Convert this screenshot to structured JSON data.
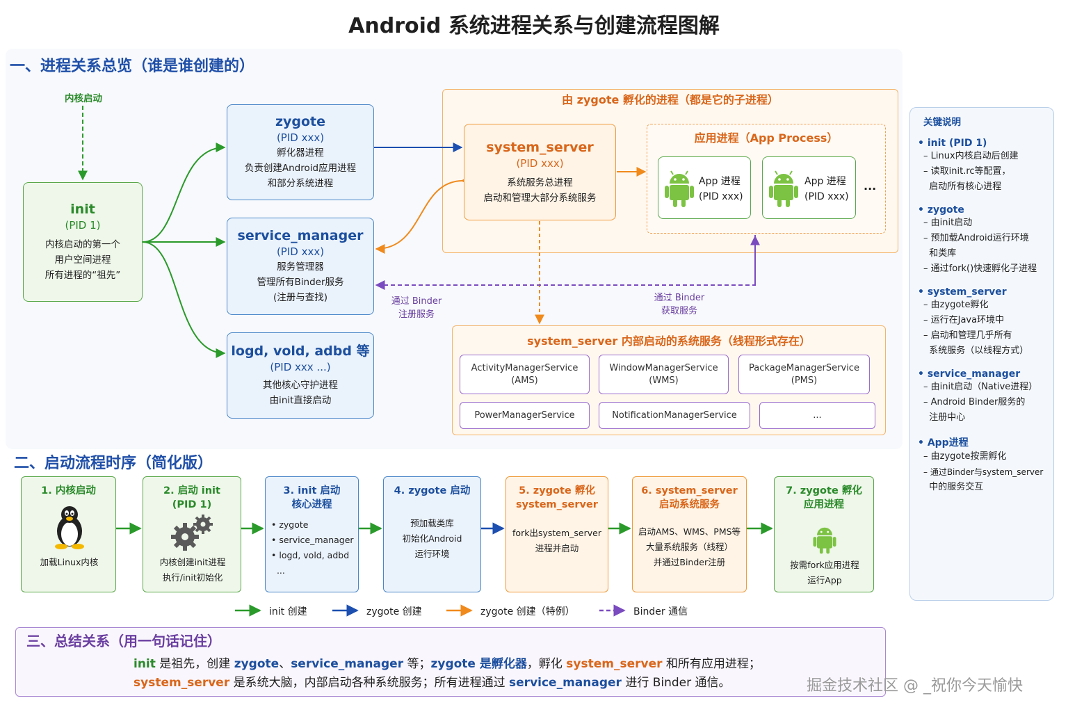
{
  "title": "Android 系统进程关系与创建流程图解",
  "section1": {
    "title": "一、进程关系总览（谁是谁创建的）",
    "kernel_label": "内核启动",
    "init": {
      "name": "init",
      "pid": "(PID 1)",
      "desc": [
        "内核启动的第一个",
        "用户空间进程",
        "所有进程的“祖先”"
      ]
    },
    "zygote": {
      "name": "zygote",
      "pid": "(PID xxx)",
      "desc": [
        "孵化器进程",
        "负责创建Android应用进程",
        "和部分系统进程"
      ]
    },
    "service_manager": {
      "name": "service_manager",
      "pid": "(PID xxx)",
      "desc": [
        "服务管理器",
        "管理所有Binder服务",
        "(注册与查找)"
      ]
    },
    "daemons": {
      "name": "logd, vold, adbd 等",
      "pid": "(PID xxx ...)",
      "desc": [
        "其他核心守护进程",
        "由init直接启动"
      ]
    },
    "zygote_group_title": "由 zygote 孵化的进程（都是它的子进程）",
    "system_server": {
      "name": "system_server",
      "pid": "(PID xxx)",
      "desc": [
        "系统服务总进程",
        "启动和管理大部分系统服务"
      ]
    },
    "app_group_title": "应用进程（App Process）",
    "apps": [
      {
        "name": "App 进程",
        "pid": "(PID xxx)"
      },
      {
        "name": "App 进程",
        "pid": "(PID xxx)"
      }
    ],
    "app_more": "...",
    "binder_register_label": [
      "通过 Binder",
      "注册服务"
    ],
    "binder_get_label": [
      "通过 Binder",
      "获取服务"
    ],
    "services_group_title": "system_server 内部启动的系统服务（线程形式存在）",
    "services": [
      [
        "ActivityManagerService",
        "(AMS)"
      ],
      [
        "WindowManagerService",
        "(WMS)"
      ],
      [
        "PackageManagerService",
        "(PMS)"
      ],
      [
        "PowerManagerService"
      ],
      [
        "NotificationManagerService"
      ],
      [
        "..."
      ]
    ]
  },
  "notes": {
    "title": "关键说明",
    "items": [
      {
        "head": "• init (PID 1)",
        "subs": [
          "– Linux内核启动后创建",
          "– 读取init.rc等配置，",
          "  启动所有核心进程"
        ]
      },
      {
        "head": "• zygote",
        "subs": [
          "– 由init启动",
          "– 预加载Android运行环境",
          "  和类库",
          "– 通过fork()快速孵化子进程"
        ]
      },
      {
        "head": "• system_server",
        "subs": [
          "– 由zygote孵化",
          "– 运行在Java环境中",
          "– 启动和管理几乎所有",
          "  系统服务（以线程方式）"
        ]
      },
      {
        "head": "• service_manager",
        "subs": [
          "– 由init启动（Native进程）",
          "– Android Binder服务的",
          "  注册中心"
        ]
      },
      {
        "head": "• App进程",
        "subs": [
          "– 由zygote按需孵化",
          "– 通过Binder与system_server",
          "  中的服务交互"
        ]
      }
    ]
  },
  "section2": {
    "title": "二、启动流程时序（简化版）",
    "steps": [
      {
        "title": [
          "1. 内核启动"
        ],
        "desc": [
          "加载Linux内核"
        ],
        "icon": "tux-icon"
      },
      {
        "title": [
          "2. 启动 init",
          "(PID 1)"
        ],
        "desc": [
          "内核创建init进程",
          "执行/init初始化"
        ],
        "icon": "gears-icon"
      },
      {
        "title": [
          "3. init 启动",
          "核心进程"
        ],
        "desc": [
          "• zygote",
          "• service_manager",
          "• logd, vold, adbd",
          "  ..."
        ],
        "icon": ""
      },
      {
        "title": [
          "4. zygote 启动"
        ],
        "desc": [
          "预加载类库",
          "初始化Android",
          "运行环境"
        ],
        "icon": ""
      },
      {
        "title": [
          "5. zygote 孵化",
          "system_server"
        ],
        "desc": [
          "fork出system_server",
          "进程并启动"
        ],
        "icon": ""
      },
      {
        "title": [
          "6. system_server",
          "启动系统服务"
        ],
        "desc": [
          "启动AMS、WMS、PMS等",
          "大量系统服务（线程）",
          "并通过Binder注册"
        ],
        "icon": ""
      },
      {
        "title": [
          "7. zygote 孵化",
          "应用进程"
        ],
        "desc": [
          "按需fork应用进程",
          "运行App"
        ],
        "icon": "android-icon"
      }
    ]
  },
  "legend": [
    {
      "label": "init 创建",
      "color": "#2a9a2a"
    },
    {
      "label": "zygote 创建",
      "color": "#1c4fb0"
    },
    {
      "label": "zygote 创建（特例）",
      "color": "#f08a1c"
    },
    {
      "label": "Binder 通信",
      "color": "#7a4bbf"
    }
  ],
  "section3": {
    "title": "三、总结关系（用一句话记住）",
    "line1": [
      {
        "t": "init",
        "c": "green"
      },
      {
        "t": " 是祖先，创建 ",
        "c": ""
      },
      {
        "t": "zygote",
        "c": "blue"
      },
      {
        "t": "、",
        "c": ""
      },
      {
        "t": "service_manager",
        "c": "blue"
      },
      {
        "t": " 等；",
        "c": ""
      },
      {
        "t": "zygote 是孵化器",
        "c": "blue"
      },
      {
        "t": "，孵化 ",
        "c": ""
      },
      {
        "t": "system_server",
        "c": "orange"
      },
      {
        "t": " 和所有应用进程；",
        "c": ""
      }
    ],
    "line2": [
      {
        "t": "system_server",
        "c": "orange"
      },
      {
        "t": " 是系统大脑，内部启动各种系统服务；所有进程通过 ",
        "c": ""
      },
      {
        "t": "service_manager",
        "c": "blue"
      },
      {
        "t": " 进行 Binder 通信。",
        "c": ""
      }
    ]
  },
  "watermark": "掘金技术社区 @ _祝你今天愉快"
}
